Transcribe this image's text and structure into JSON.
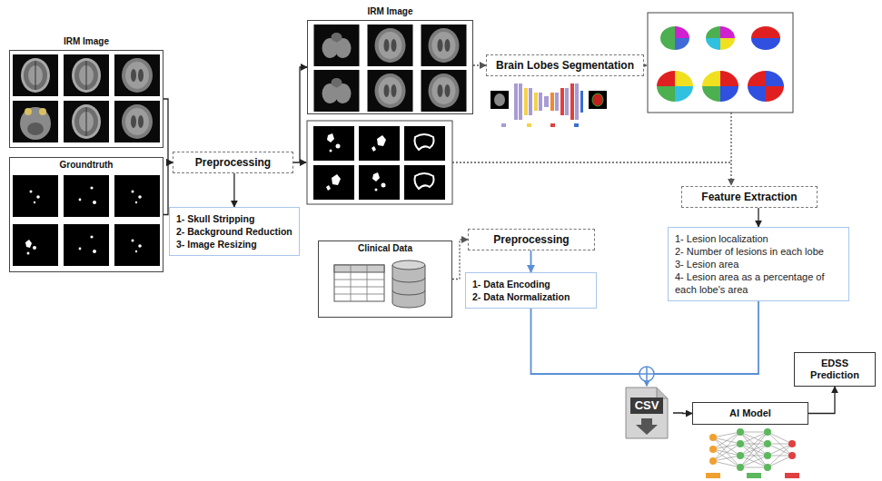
{
  "diagram": {
    "nodes": [
      {
        "text": [
          "IRM Image"
        ]
      },
      {
        "text": [
          "Groundtruth"
        ]
      },
      {
        "text": [
          "Preprocessing"
        ]
      },
      {
        "text": [
          "1- Skull Stripping",
          "2- Background Reduction",
          "3- Image Resizing"
        ]
      },
      {
        "text": [
          "IRM Image"
        ]
      },
      {
        "text": [
          "Brain Lobes Segmentation"
        ]
      },
      {
        "text": [
          "Clinical Data"
        ]
      },
      {
        "text": [
          "Preprocessing"
        ]
      },
      {
        "text": [
          "1- Data Encoding",
          "2- Data Normalization"
        ]
      },
      {
        "text": [
          "Feature Extraction"
        ]
      },
      {
        "text": [
          "1- Lesion localization",
          "2- Number of lesions in each lobe",
          "3- Lesion area",
          "4- Lesion area as a percentage of each lobe's area"
        ]
      },
      {
        "text": [
          "CSV"
        ]
      },
      {
        "text": [
          "AI Model"
        ]
      },
      {
        "text": [
          "EDSS Prediction"
        ]
      }
    ],
    "edges": [
      {
        "from": 0,
        "to": 2,
        "arrow": "to"
      },
      {
        "from": 1,
        "to": 2,
        "arrow": "to"
      },
      {
        "from": 2,
        "to": 3,
        "arrow": "to"
      },
      {
        "from": 2,
        "to": 4,
        "arrow": "to"
      },
      {
        "from": 4,
        "to": 5,
        "arrow": "to"
      },
      {
        "from": 9,
        "to": 10,
        "arrow": "to"
      },
      {
        "from": 6,
        "to": 7,
        "arrow": "to"
      },
      {
        "from": 7,
        "to": 8,
        "arrow": "to"
      },
      {
        "from": 8,
        "to": 11,
        "arrow": "to"
      },
      {
        "from": 10,
        "to": 11,
        "arrow": "to"
      },
      {
        "from": 11,
        "to": 12,
        "arrow": "to"
      },
      {
        "from": 12,
        "to": 13,
        "arrow": "to"
      }
    ]
  }
}
